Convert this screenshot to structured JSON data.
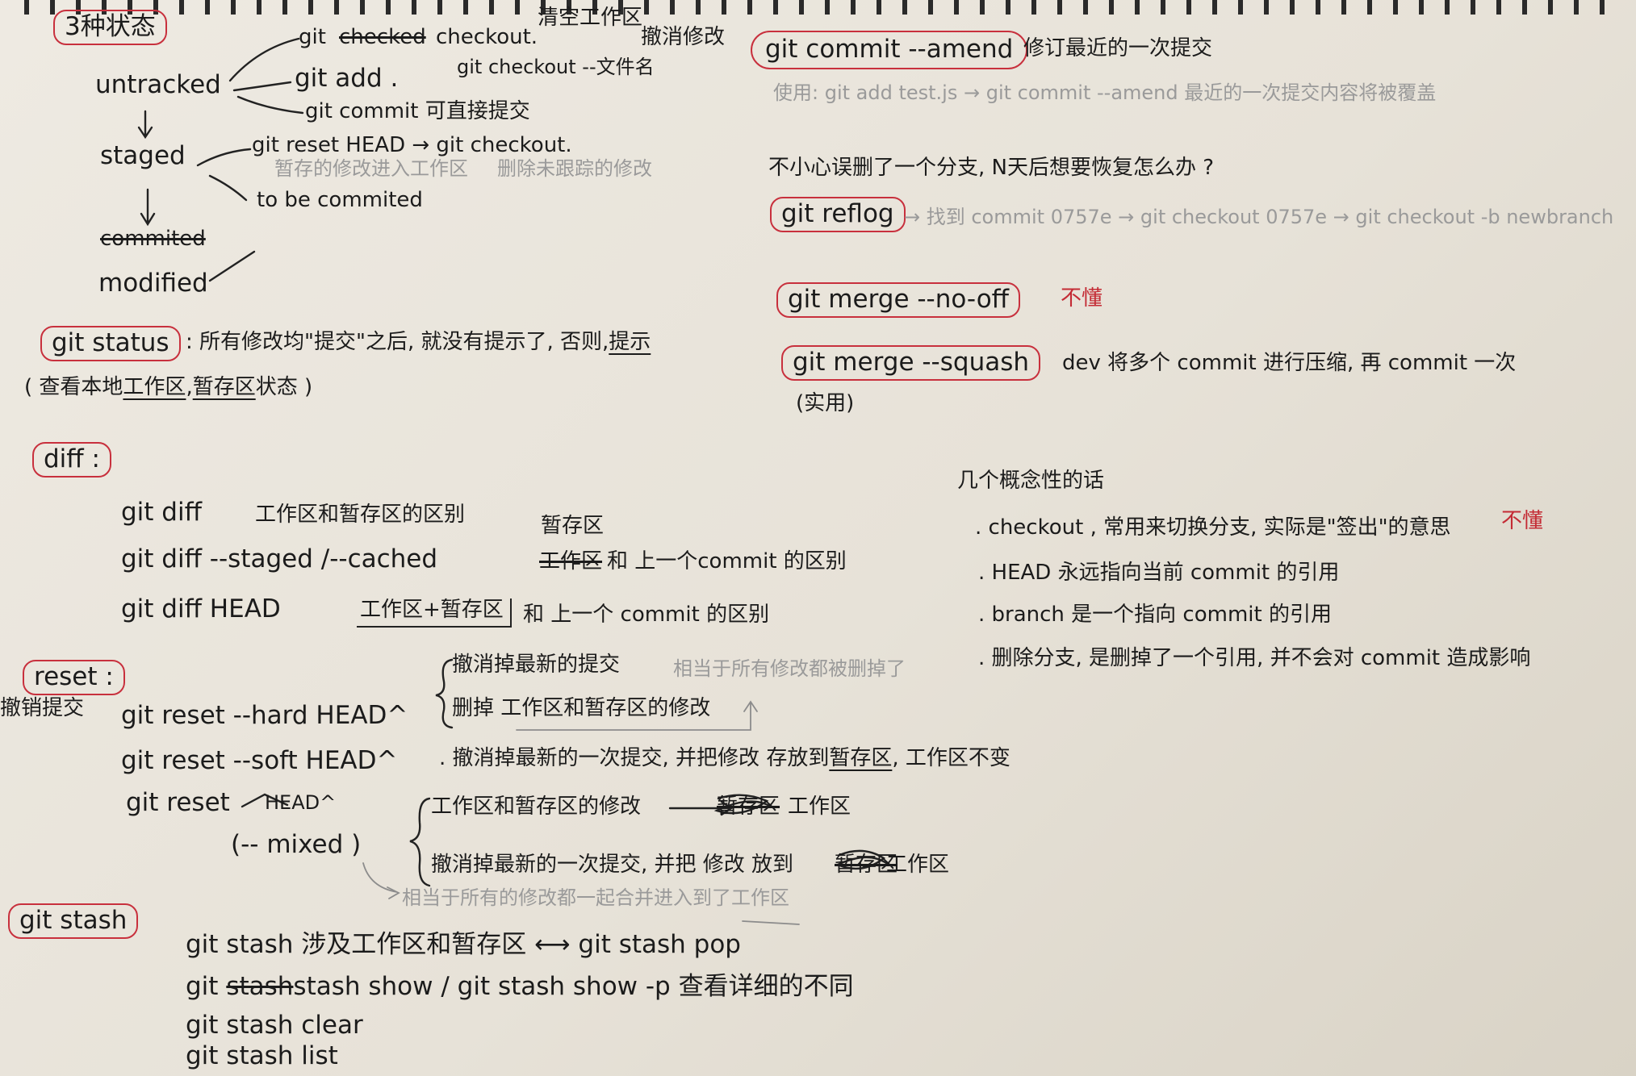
{
  "states": {
    "title": "3种状态",
    "untracked": "untracked",
    "staged": "staged",
    "commited": "commited",
    "modified": "modified",
    "git": "git",
    "checked": "checked",
    "checkout_dot": "checkout.",
    "clear_workspace": "清空工作区",
    "undo_modify": "撤消修改",
    "git_add": "git  add .",
    "git_checkout_filename": "git checkout --文件名",
    "git_commit_direct": "git  commit 可直接提交",
    "git_reset_head": "git reset  HEAD → git checkout.",
    "staged_note": "暂存的修改进入工作区",
    "delete_untracked": "删除未跟踪的修改",
    "to_be_commited": "to  be  commited"
  },
  "status": {
    "cmd": "git status",
    "desc_a": ": 所有修改均\"提交\"之后, 就没有提示了, 否则,",
    "desc_b": "提示",
    "sub_a": "( 查看本地",
    "sub_b": "工作区",
    "sub_c": ",",
    "sub_d": "暂存区",
    "sub_e": "状态 )"
  },
  "diff": {
    "title": "diff :",
    "r1_cmd": "git  diff",
    "r1_desc": "工作区和暂存区的区别",
    "r2_cmd": "git  diff   --staged /--cached",
    "r2_above": "暂存区",
    "r2_strike": "工作区",
    "r2_desc": "和 上一个commit 的区别",
    "r3_cmd": "git  diff   HEAD",
    "r3_box": "工作区+暂存区",
    "r3_desc": "和 上一个 commit 的区别"
  },
  "reset": {
    "title": "reset :",
    "side": "撤销提交",
    "hard_cmd": "git  reset  --hard     HEAD^",
    "hard_1": "撤消掉最新的提交",
    "hard_2": "删掉 工作区和暂存区的修改",
    "hard_note": "相当于所有修改都被删掉了",
    "soft_cmd": "git  reset  --soft    HEAD^",
    "soft_a": ". 撤消掉最新的一次提交, 并把修改 存放到",
    "soft_b": "暂存区",
    "soft_c": ", 工作区不变",
    "mixed_cmd": "git  reset",
    "mixed_head": "HEAD^",
    "mixed_opt": "(-- mixed )",
    "mixed_1a": "工作区和暂存区的修改",
    "mixed_1b": "工作区",
    "mixed_1x": "暂存区",
    "mixed_2a": "撤消掉最新的一次提交, 并把 修改 放到",
    "mixed_2x": "暂存区",
    "mixed_2b": "工作区",
    "mixed_note": "相当于所有的修改都一起合并进入到了工作区"
  },
  "stash": {
    "title": "git stash",
    "l1": "git  stash  涉及工作区和暂存区 ⟷ git stash pop",
    "l2a": "git",
    "l2s": "stash",
    "l2b": "stash  show  /  git  stash  show -p 查看详细的不同",
    "l3": "git  stash  clear",
    "l4": "git  stash  list"
  },
  "amend": {
    "cmd": "git  commit  --amend",
    "desc": "修订最近的一次提交",
    "example": "使用:  git add   test.js →  git  commit  --amend 最近的一次提交内容将被覆盖"
  },
  "reflog": {
    "question": "不小心误删了一个分支, N天后想要恢复怎么办 ?",
    "cmd": "git  reflog",
    "flow": "→ 找到 commit  0757e → git  checkout  0757e → git checkout -b  newbranch"
  },
  "merge": {
    "noff_cmd": "git  merge  --no-off",
    "noff_note": "不懂",
    "squash_cmd": "git  merge  --squash",
    "squash_desc": "dev   将多个 commit 进行压缩, 再 commit 一次",
    "squash_note": "(实用)"
  },
  "concepts": {
    "title": "几个概念性的话",
    "b1": ". checkout , 常用来切换分支, 实际是\"签出\"的意思",
    "b1_note": "不懂",
    "b2": ". HEAD 永远指向当前 commit 的引用",
    "b3": ". branch  是一个指向 commit 的引用",
    "b4": ".   删除分支, 是删掉了一个引用, 并不会对 commit 造成影响"
  }
}
